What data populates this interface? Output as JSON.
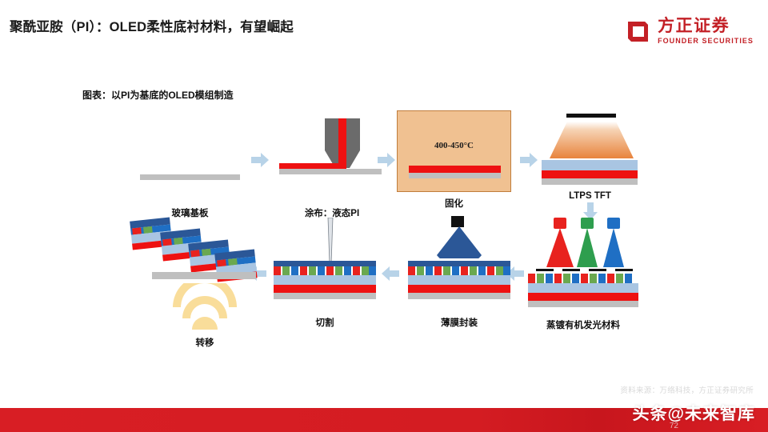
{
  "header": {
    "title": "聚酰亚胺（PI）：OLED柔性底衬材料，有望崛起",
    "logo_cn": "方正证券",
    "logo_en": "FOUNDER SECURITIES",
    "logo_color": "#c32026"
  },
  "figure": {
    "caption": "图表：以PI为基底的OLED模组制造",
    "oven_temperature": "400-450°C",
    "steps": [
      {
        "label": "玻璃基板"
      },
      {
        "label": "涂布：液态PI"
      },
      {
        "label": "固化"
      },
      {
        "label": "LTPS TFT"
      },
      {
        "label": "蒸镀有机发光材料"
      },
      {
        "label": "薄膜封装"
      },
      {
        "label": "切割"
      },
      {
        "label": "转移"
      }
    ]
  },
  "colors": {
    "glass_gray": "#bfbfbf",
    "pi_red": "#ee1111",
    "tft_blue": "#a9c5e2",
    "encap_blue": "#2b5797",
    "pixel_red": "#e8221e",
    "pixel_green": "#6aa84f",
    "pixel_blue": "#1f6fc4",
    "oven_fill": "#f0c191",
    "arrow_blue": "#b8d3e8",
    "laser_yellow": "#f9dd9a",
    "footer_red": "#d81e24"
  },
  "footer": {
    "source": "资料来源：万络科技，方正证券研究所",
    "watermark": "头条@未来智库",
    "page_number": "72"
  }
}
